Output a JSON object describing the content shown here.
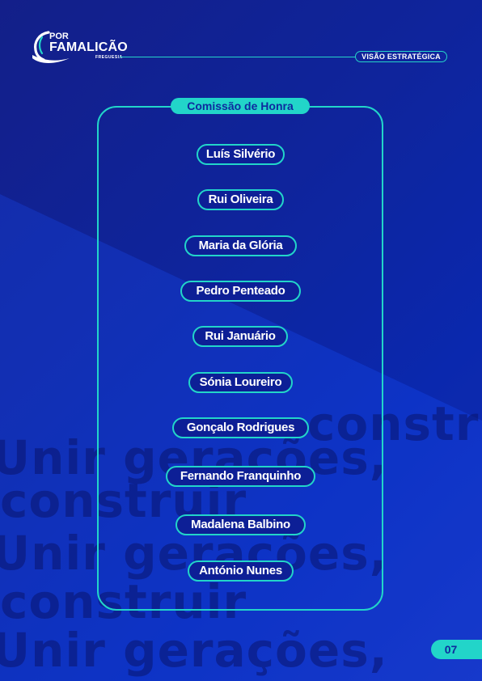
{
  "header": {
    "logo_top": "POR",
    "logo_main": "FAMALICÃO",
    "logo_sub": "FREGUESIA",
    "tag": "VISÃO ESTRATÉGICA"
  },
  "watermark": {
    "lines": [
      "construir",
      "Unir gerações,",
      "construir",
      "Unir gerações,",
      "construir",
      "Unir gerações,"
    ]
  },
  "panel": {
    "title": "Comissão de Honra",
    "names": [
      "Luís Silvério",
      "Rui Oliveira",
      "Maria da Glória",
      "Pedro Penteado",
      "Rui Januário",
      "Sónia Loureiro",
      "Gonçalo Rodrigues",
      "Fernando Franquinho",
      "Madalena Balbino",
      "António Nunes"
    ]
  },
  "footer": {
    "page_number": "07"
  },
  "colors": {
    "accent": "#22d5c9",
    "background": "#102aa8",
    "text": "#ffffff"
  }
}
